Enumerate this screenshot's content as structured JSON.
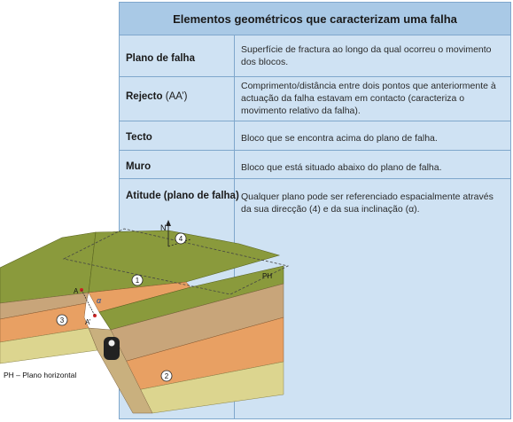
{
  "table": {
    "title": "Elementos geométricos que caracterizam uma falha",
    "rows": [
      {
        "term": "Plano de falha",
        "def": "Superfície de fractura ao longo da qual ocorreu o movimento dos blocos."
      },
      {
        "term": "Rejecto",
        "term_suffix": "(AA’)",
        "def": "Comprimento/distância entre dois pontos que anteriormente à actuação da falha estavam em contacto (caracteriza o movimento relativo da falha)."
      },
      {
        "term": "Tecto",
        "def": "Bloco que se encontra acima do plano de falha."
      },
      {
        "term": "Muro",
        "def": "Bloco que está situado abaixo do plano de falha."
      },
      {
        "term": "Atitude (plano de falha)",
        "def": "Qualquer plano pode ser referenciado espacialmente através da sua direcção (4) e da sua inclinação (α)."
      }
    ]
  },
  "diagram": {
    "north": "N",
    "ph": "PH",
    "ph_caption": "PH – Plano horizontal",
    "point_a1": "A",
    "point_a2": "A’",
    "alpha": "α",
    "label_1": "1",
    "label_2": "2",
    "label_3": "3",
    "label_4": "4"
  },
  "colors": {
    "table_bg": "#cfe2f3",
    "table_header": "#a9c9e6",
    "grass": "#8a9a3c",
    "grass_dark": "#6e7d2c",
    "layer_tan": "#c8a57a",
    "layer_orange": "#e8a063",
    "layer_yellow": "#dcd58f"
  }
}
